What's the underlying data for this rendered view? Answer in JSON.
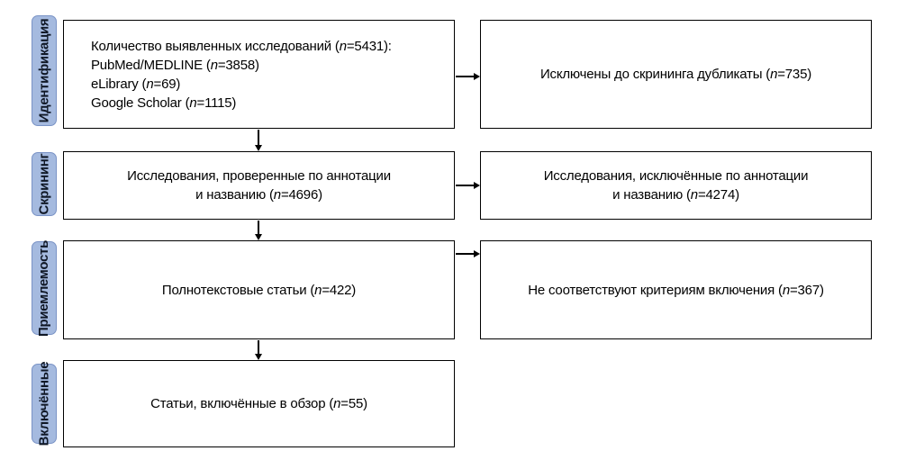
{
  "diagram": {
    "stages": [
      {
        "id": "identification",
        "label": "Идентификация"
      },
      {
        "id": "screening",
        "label": "Скрининг"
      },
      {
        "id": "eligibility",
        "label": "Приемлемость"
      },
      {
        "id": "included",
        "label": "Включённые"
      }
    ],
    "rows": [
      {
        "main": {
          "lines": [
            "Количество выявленных исследований (n=5431):",
            "PubMed/MEDLINE (n=3858)",
            "eLibrary (n=69)",
            "Google Scholar (n=1115)"
          ]
        },
        "side": {
          "lines": [
            "Исключены до скрининга дубликаты (n=735)"
          ]
        }
      },
      {
        "main": {
          "lines": [
            "Исследования, проверенные по аннотации",
            "и названию (n=4696)"
          ]
        },
        "side": {
          "lines": [
            "Исследования, исключённые по аннотации",
            "и названию (n=4274)"
          ]
        }
      },
      {
        "main": {
          "lines": [
            "Полнотекстовые статьи (n=422)"
          ]
        },
        "side": {
          "lines": [
            "Не соответствуют критериям включения (n=367)"
          ]
        }
      },
      {
        "main": {
          "lines": [
            "Статьи, включённые в обзор (n=55)"
          ]
        }
      }
    ],
    "counts": {
      "identified_total": 5431,
      "pubmed_medline": 3858,
      "elibrary": 69,
      "google_scholar": 1115,
      "duplicates_removed": 735,
      "screened": 4696,
      "excluded_by_abstract_title": 4274,
      "fulltext_assessed": 422,
      "not_meeting_criteria": 367,
      "included_in_review": 55
    },
    "colors": {
      "stage_fill": "#a5badf",
      "stage_border": "#7a93c6",
      "stage_text": "#101826",
      "box_border": "#000000",
      "box_fill": "#ffffff",
      "text": "#000000",
      "arrow": "#000000",
      "background": "#ffffff"
    }
  }
}
